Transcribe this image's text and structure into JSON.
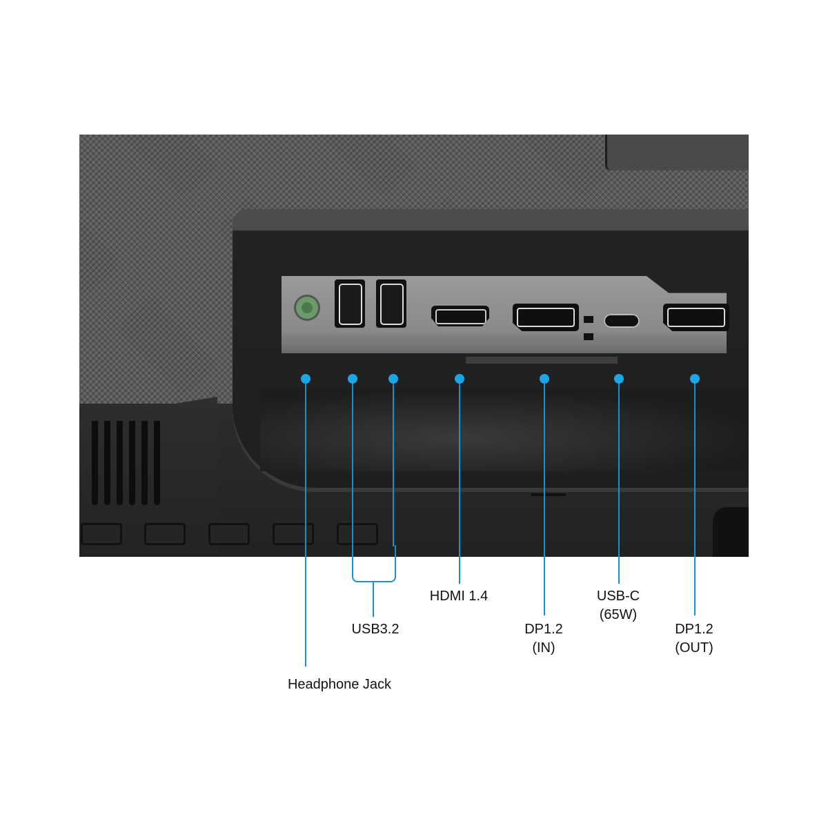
{
  "image": {
    "subject": "Monitor rear I/O port panel",
    "callout_color": "#1ea5e6"
  },
  "ports": [
    {
      "id": "headphone",
      "icon": "headphone-jack-icon"
    },
    {
      "id": "usb1",
      "icon": "usb-a-port-icon"
    },
    {
      "id": "usb2",
      "icon": "usb-a-port-icon"
    },
    {
      "id": "hdmi",
      "icon": "hdmi-port-icon"
    },
    {
      "id": "dp_in",
      "icon": "displayport-icon"
    },
    {
      "id": "usbc",
      "icon": "usb-c-port-icon"
    },
    {
      "id": "dp_out",
      "icon": "displayport-icon"
    }
  ],
  "callouts": {
    "headphone": {
      "line1": "Headphone Jack"
    },
    "usb": {
      "line1": "USB3.2"
    },
    "hdmi": {
      "line1": "HDMI 1.4"
    },
    "dp_in": {
      "line1": "DP1.2",
      "line2": "(IN)"
    },
    "usbc": {
      "line1": "USB-C",
      "line2": "(65W)"
    },
    "dp_out": {
      "line1": "DP1.2",
      "line2": "(OUT)"
    }
  }
}
